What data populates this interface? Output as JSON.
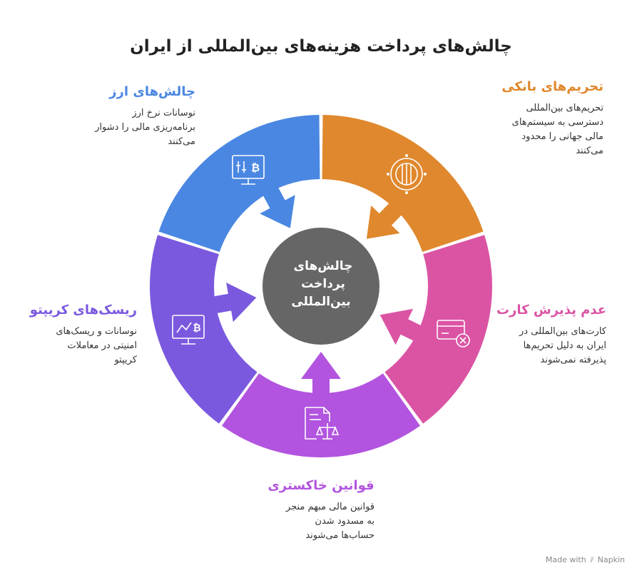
{
  "title": "چالش‌های پرداخت هزینه‌های بین‌المللی از ایران",
  "center": {
    "lines": [
      "چالش‌های",
      "پرداخت",
      "بین‌المللی"
    ],
    "color": "#666666"
  },
  "segments": [
    {
      "id": "banking",
      "title": "تحریم‌های بانکی",
      "desc": [
        "تحریم‌های بین‌المللی",
        "دسترسی به سیستم‌های",
        "مالی جهانی را محدود",
        "می‌کنند"
      ],
      "color": "#E0882D",
      "icon": "vault-icon"
    },
    {
      "id": "card",
      "title": "عدم پذیرش کارت",
      "desc": [
        "کارت‌های بین‌المللی در",
        "ایران به دلیل تحریم‌ها",
        "پذیرفته نمی‌شوند"
      ],
      "color": "#DB54A4",
      "icon": "rejected-card-icon"
    },
    {
      "id": "laws",
      "title": "قوانین خاکستری",
      "desc": [
        "قوانین مالی مبهم منجر",
        "به مسدود شدن",
        "حساب‌ها می‌شوند"
      ],
      "color": "#B254DF",
      "icon": "legal-document-icon"
    },
    {
      "id": "crypto",
      "title": "ریسک‌های کریپتو",
      "desc": [
        "نوسانات و ریسک‌های",
        "امنیتی در معاملات",
        "کریپتو"
      ],
      "color": "#7A59DF",
      "icon": "crypto-chart-monitor-icon"
    },
    {
      "id": "currency",
      "title": "چالش‌های ارز",
      "desc": [
        "نوسانات نرخ ارز",
        "برنامه‌ریزی مالی را دشوار",
        "می‌کنند"
      ],
      "color": "#4A87E2",
      "icon": "currency-monitor-icon"
    }
  ],
  "footer": {
    "made_with": "Made with",
    "brand": "Napkin"
  }
}
